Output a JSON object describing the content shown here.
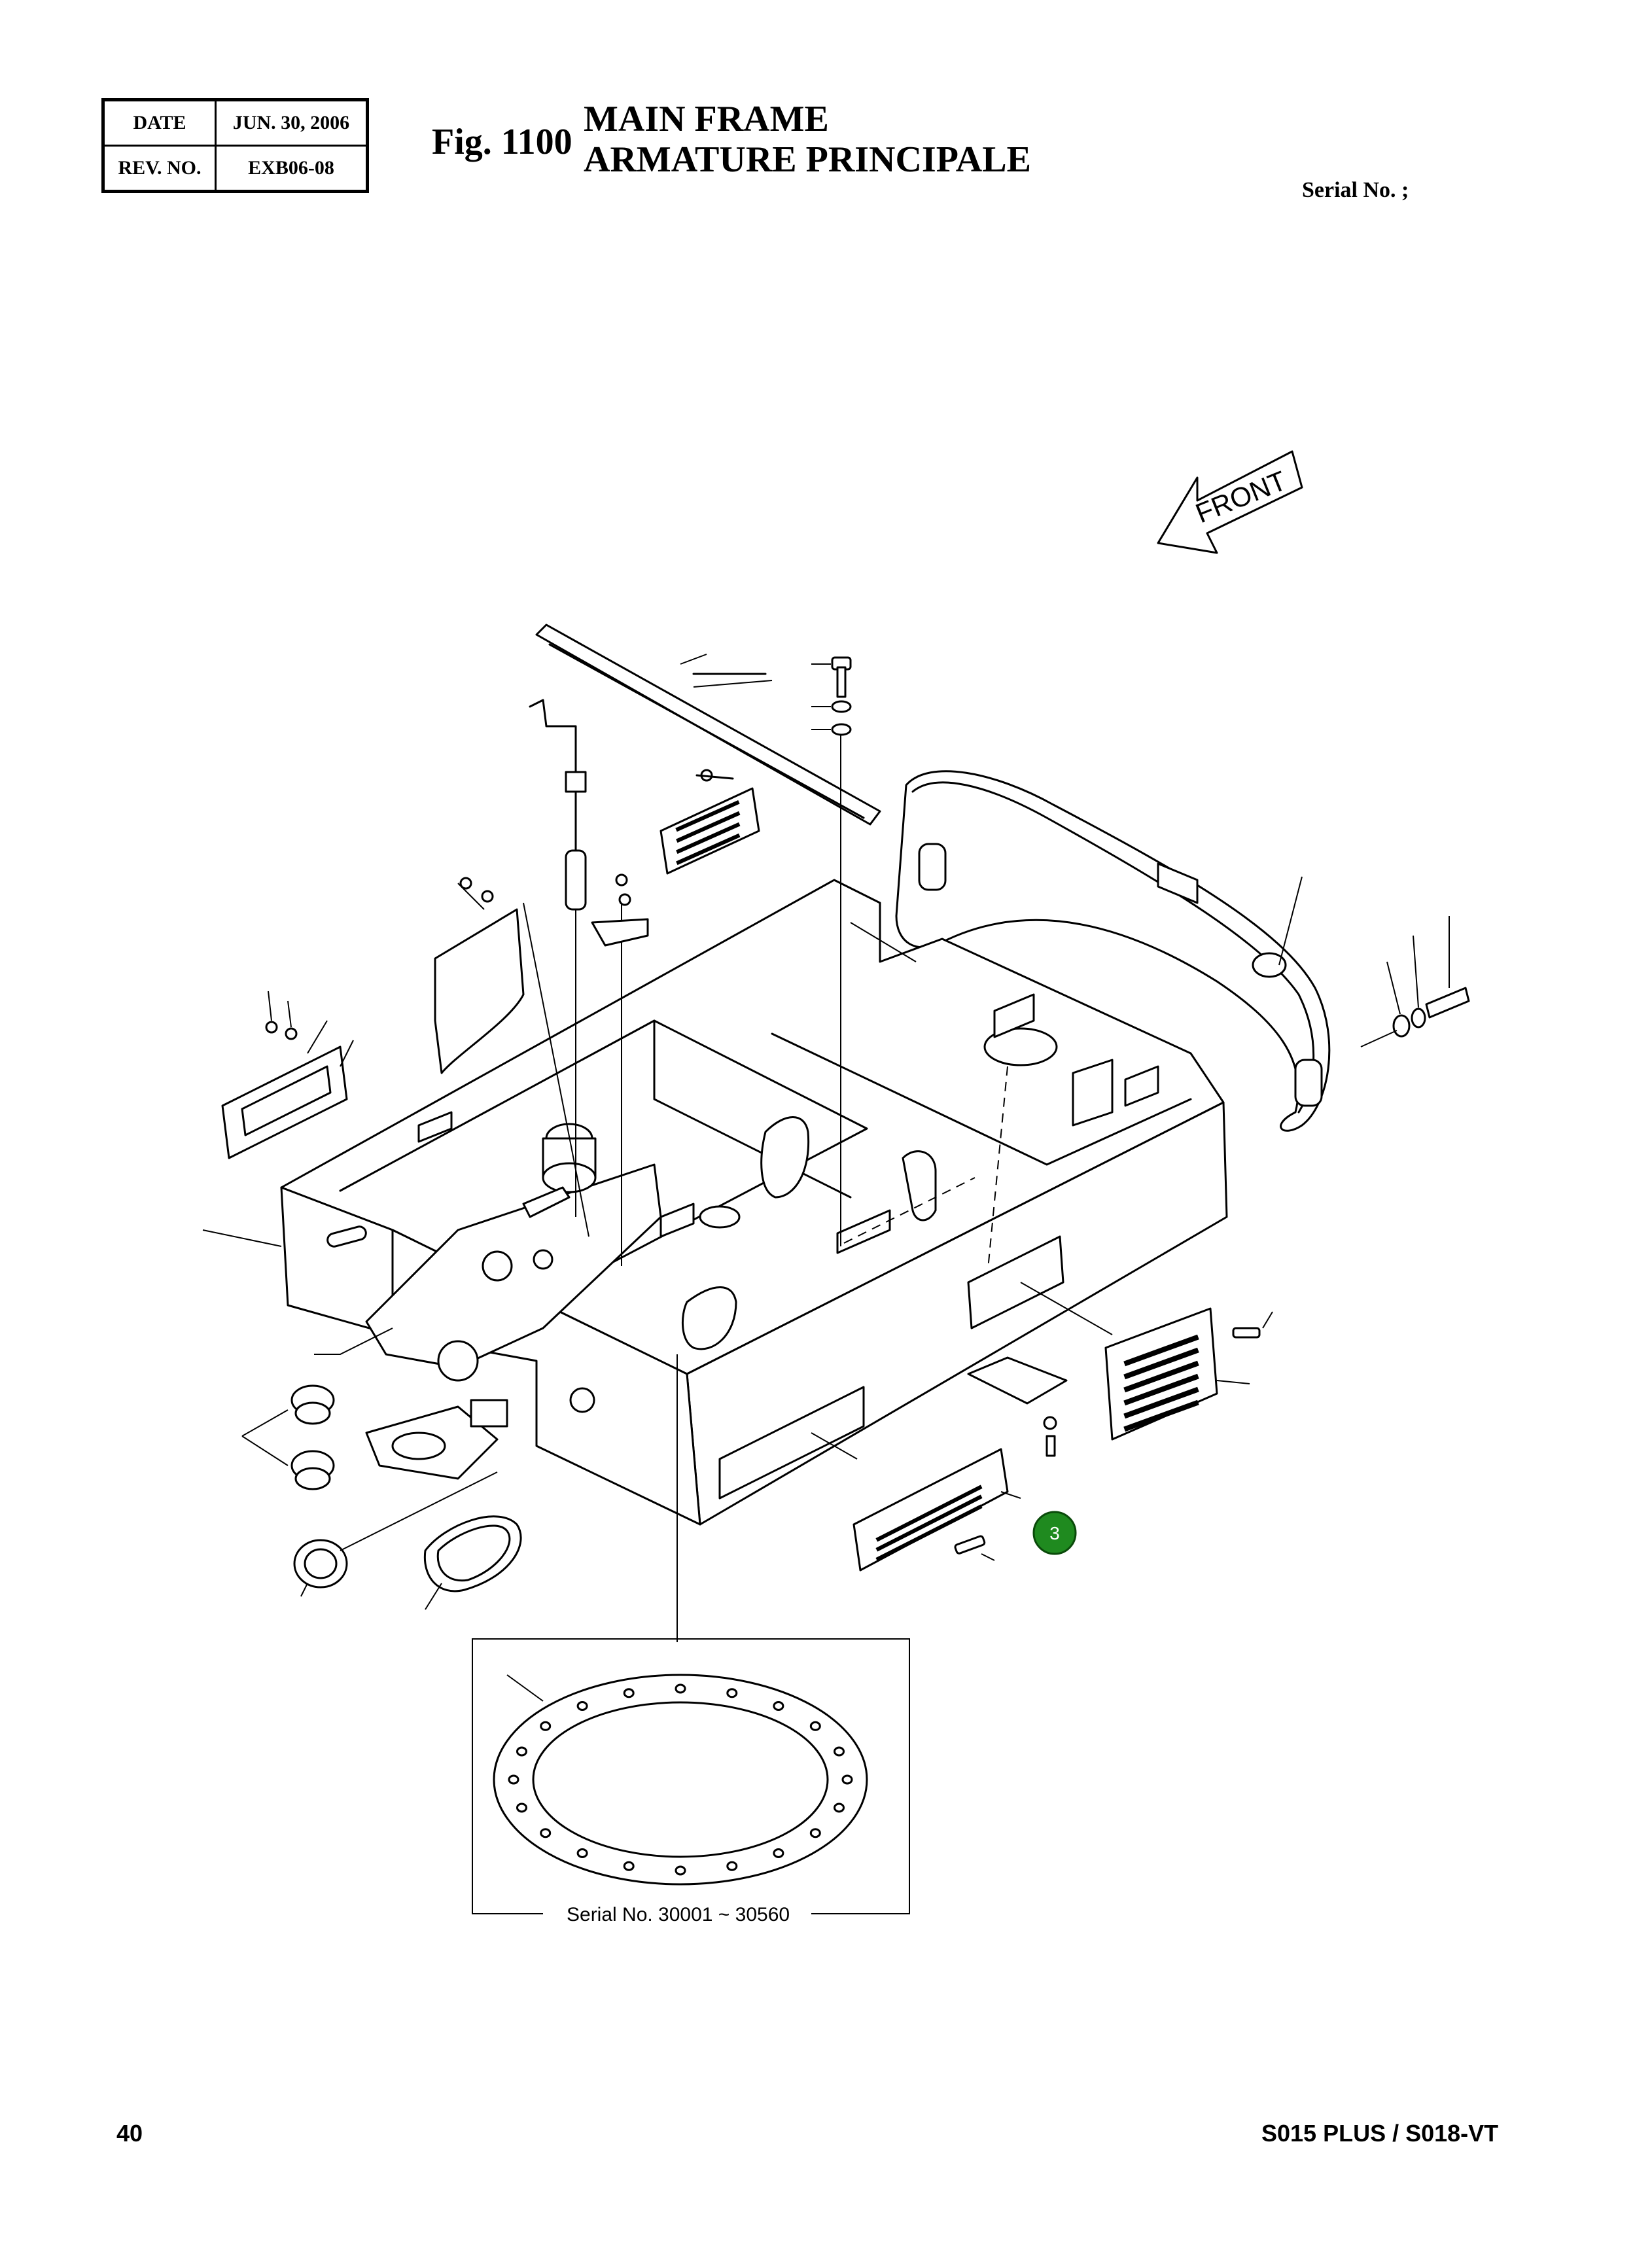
{
  "header": {
    "date_label": "DATE",
    "date_value": "JUN. 30, 2006",
    "rev_label": "REV. NO.",
    "rev_value": "EXB06-08",
    "fig_number": "Fig. 1100",
    "title_en": "MAIN FRAME",
    "title_fr": "ARMATURE PRINCIPALE",
    "serial_label": "Serial No. ;"
  },
  "drawing": {
    "front_arrow_label": "FRONT",
    "serial_range_label": "Serial No. 30001 ~ 30560",
    "callouts": [
      {
        "number": "3",
        "color": "#1f8a1f"
      }
    ]
  },
  "footer": {
    "page_number": "40",
    "model": "S015 PLUS / S018-VT"
  }
}
